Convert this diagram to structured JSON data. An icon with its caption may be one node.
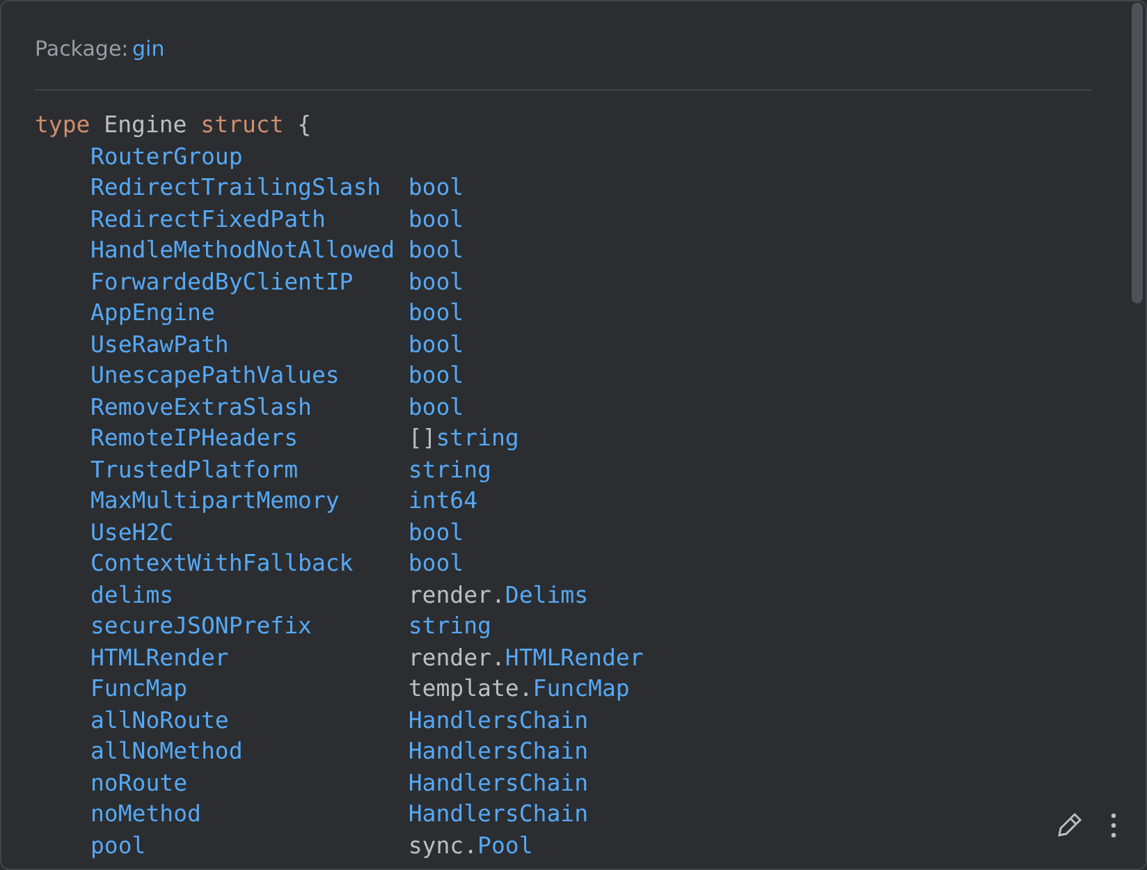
{
  "diagram": {
    "labels": [
      "Package:",
      "gin",
      "type",
      "Engine",
      "struct",
      "{",
      "RouterGroup",
      "RedirectTrailingSlash",
      "bool",
      "RedirectFixedPath",
      "bool",
      "HandleMethodNotAllowed",
      "bool",
      "ForwardedByClientIP",
      "bool",
      "AppEngine",
      "bool",
      "UseRawPath",
      "bool",
      "UnescapePathValues",
      "bool",
      "RemoveExtraSlash",
      "bool",
      "RemoteIPHeaders",
      "[]string",
      "TrustedPlatform",
      "string",
      "MaxMultipartMemory",
      "int64",
      "UseH2C",
      "bool",
      "ContextWithFallback",
      "bool",
      "delims",
      "render.Delims",
      "secureJSONPrefix",
      "string",
      "HTMLRender",
      "render.HTMLRender",
      "FuncMap",
      "template.FuncMap",
      "allNoRoute",
      "HandlersChain",
      "allNoMethod",
      "HandlersChain",
      "noRoute",
      "HandlersChain",
      "noMethod",
      "HandlersChain",
      "pool",
      "sync.Pool"
    ]
  }
}
